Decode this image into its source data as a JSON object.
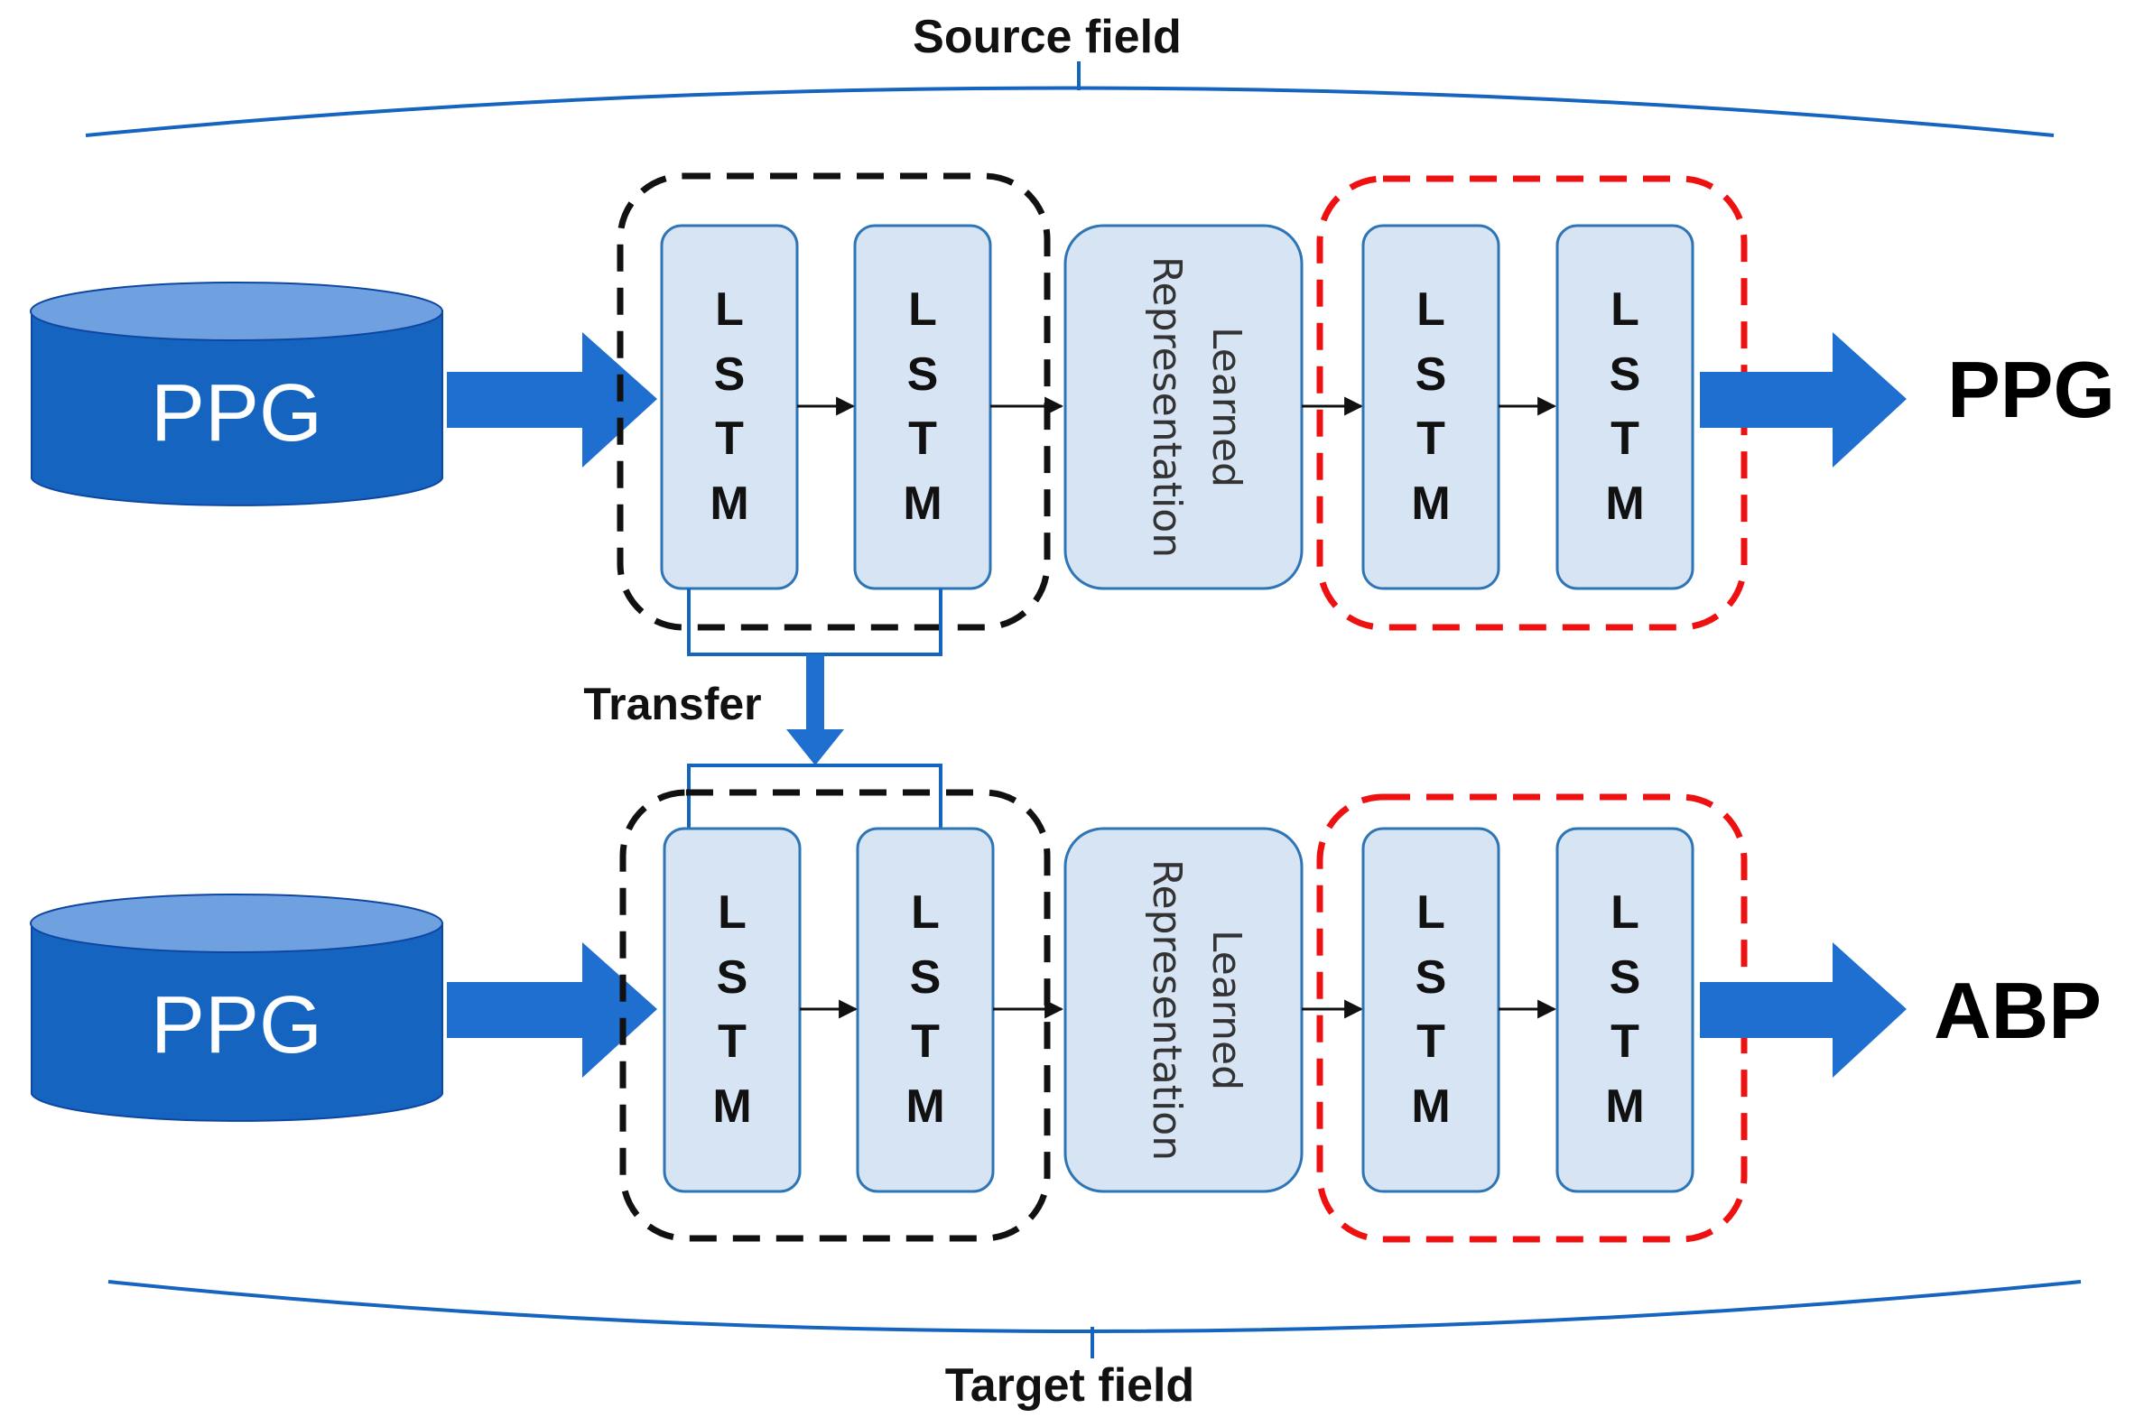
{
  "source_field": {
    "label": "Source field"
  },
  "target_field": {
    "label": "Target field"
  },
  "transfer": {
    "label": "Transfer"
  },
  "colors": {
    "blue_dark": "#1565C0",
    "blue_arrow": "#1F6FD0",
    "cell_fill": "#D6E4F4",
    "cell_stroke": "#2E75B6",
    "bracket": "#1565C0",
    "dash_black": "#111111",
    "dash_red": "#EE1111",
    "db_top": "#6FA0E0",
    "db_body": "#1565C0"
  },
  "rows": [
    {
      "input": {
        "label": "PPG"
      },
      "lstm_letters": [
        "L",
        "S",
        "T",
        "M"
      ],
      "representation": {
        "line1": "Learned",
        "line2": "Representation"
      },
      "output": {
        "label": "PPG"
      }
    },
    {
      "input": {
        "label": "PPG"
      },
      "lstm_letters": [
        "L",
        "S",
        "T",
        "M"
      ],
      "representation": {
        "line1": "Learned",
        "line2": "Representation"
      },
      "output": {
        "label": "ABP"
      }
    }
  ]
}
